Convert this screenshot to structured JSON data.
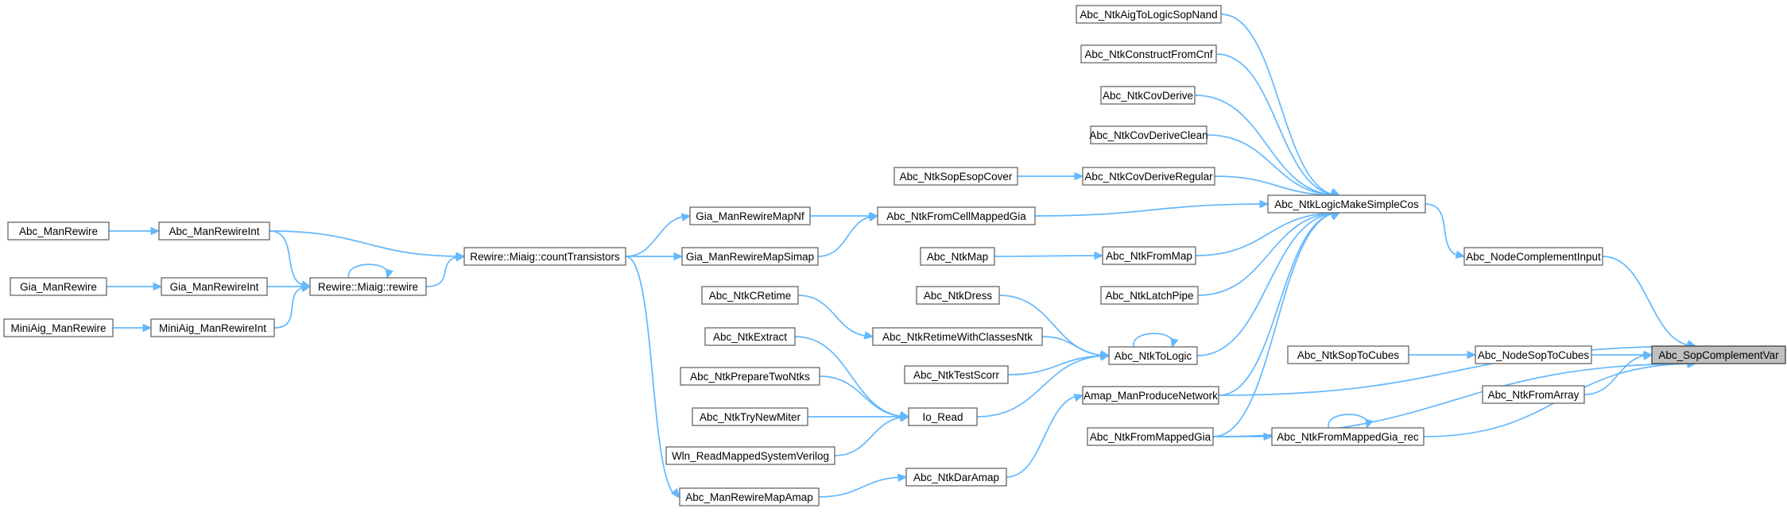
{
  "diagram": {
    "colors": {
      "edge": "#63b8ff",
      "node_border": "#666666",
      "root_fill": "#bfbfbf"
    },
    "nodes": [
      {
        "id": "root",
        "label": "Abc_SopComplementVar"
      },
      {
        "id": "nodeCompInput",
        "label": "Abc_NodeComplementInput"
      },
      {
        "id": "nodeSopToCubes",
        "label": "Abc_NodeSopToCubes"
      },
      {
        "id": "ntkFromArray",
        "label": "Abc_NtkFromArray"
      },
      {
        "id": "ntkFromMappedGiaRec",
        "label": "Abc_NtkFromMappedGia_rec"
      },
      {
        "id": "ntkSopToCubes",
        "label": "Abc_NtkSopToCubes"
      },
      {
        "id": "logicMakeSimpleCos",
        "label": "Abc_NtkLogicMakeSimpleCos"
      },
      {
        "id": "amapProduce",
        "label": "Amap_ManProduceNetwork"
      },
      {
        "id": "ntkFromMappedGia",
        "label": "Abc_NtkFromMappedGia"
      },
      {
        "id": "aigToLogicSopNand",
        "label": "Abc_NtkAigToLogicSopNand"
      },
      {
        "id": "constructFromCnf",
        "label": "Abc_NtkConstructFromCnf"
      },
      {
        "id": "covDerive",
        "label": "Abc_NtkCovDerive"
      },
      {
        "id": "covDeriveClean",
        "label": "Abc_NtkCovDeriveClean"
      },
      {
        "id": "covDeriveRegular",
        "label": "Abc_NtkCovDeriveRegular"
      },
      {
        "id": "fromCellMappedGia",
        "label": "Abc_NtkFromCellMappedGia"
      },
      {
        "id": "fromMap",
        "label": "Abc_NtkFromMap"
      },
      {
        "id": "latchPipe",
        "label": "Abc_NtkLatchPipe"
      },
      {
        "id": "ntkToLogic",
        "label": "Abc_NtkToLogic"
      },
      {
        "id": "sopEsopCover",
        "label": "Abc_NtkSopEsopCover"
      },
      {
        "id": "rewireMapNf",
        "label": "Gia_ManRewireMapNf"
      },
      {
        "id": "rewireMapSimap",
        "label": "Gia_ManRewireMapSimap"
      },
      {
        "id": "ntkMap",
        "label": "Abc_NtkMap"
      },
      {
        "id": "ntkDress",
        "label": "Abc_NtkDress"
      },
      {
        "id": "retimeWithClasses",
        "label": "Abc_NtkRetimeWithClassesNtk"
      },
      {
        "id": "ntkTestScorr",
        "label": "Abc_NtkTestScorr"
      },
      {
        "id": "ioRead",
        "label": "Io_Read"
      },
      {
        "id": "ntkDarAmap",
        "label": "Abc_NtkDarAmap"
      },
      {
        "id": "countTransistors",
        "label": "Rewire::Miaig::countTransistors"
      },
      {
        "id": "ntkCRetime",
        "label": "Abc_NtkCRetime"
      },
      {
        "id": "ntkExtract",
        "label": "Abc_NtkExtract"
      },
      {
        "id": "prepareTwoNtks",
        "label": "Abc_NtkPrepareTwoNtks"
      },
      {
        "id": "tryNewMiter",
        "label": "Abc_NtkTryNewMiter"
      },
      {
        "id": "wlnReadMapped",
        "label": "Wln_ReadMappedSystemVerilog"
      },
      {
        "id": "rewireMapAmap",
        "label": "Abc_ManRewireMapAmap"
      },
      {
        "id": "abcManRewireInt",
        "label": "Abc_ManRewireInt"
      },
      {
        "id": "miaigRewire",
        "label": "Rewire::Miaig::rewire"
      },
      {
        "id": "giaManRewireInt",
        "label": "Gia_ManRewireInt"
      },
      {
        "id": "miniAigRewireInt",
        "label": "MiniAig_ManRewireInt"
      },
      {
        "id": "abcManRewire",
        "label": "Abc_ManRewire"
      },
      {
        "id": "giaManRewire",
        "label": "Gia_ManRewire"
      },
      {
        "id": "miniAigManRewire",
        "label": "MiniAig_ManRewire"
      }
    ],
    "edges": [
      [
        "nodeCompInput",
        "root"
      ],
      [
        "nodeSopToCubes",
        "root"
      ],
      [
        "ntkFromArray",
        "root"
      ],
      [
        "ntkFromMappedGiaRec",
        "root"
      ],
      [
        "amapProduce",
        "root"
      ],
      [
        "ntkFromMappedGia",
        "root"
      ],
      [
        "ntkSopToCubes",
        "nodeSopToCubes"
      ],
      [
        "logicMakeSimpleCos",
        "nodeCompInput"
      ],
      [
        "ntkFromMappedGiaRec",
        "ntkFromMappedGiaRec"
      ],
      [
        "ntkFromMappedGia",
        "ntkFromMappedGiaRec"
      ],
      [
        "aigToLogicSopNand",
        "logicMakeSimpleCos"
      ],
      [
        "constructFromCnf",
        "logicMakeSimpleCos"
      ],
      [
        "covDerive",
        "logicMakeSimpleCos"
      ],
      [
        "covDeriveClean",
        "logicMakeSimpleCos"
      ],
      [
        "covDeriveRegular",
        "logicMakeSimpleCos"
      ],
      [
        "fromCellMappedGia",
        "logicMakeSimpleCos"
      ],
      [
        "fromMap",
        "logicMakeSimpleCos"
      ],
      [
        "latchPipe",
        "logicMakeSimpleCos"
      ],
      [
        "ntkToLogic",
        "logicMakeSimpleCos"
      ],
      [
        "amapProduce",
        "logicMakeSimpleCos"
      ],
      [
        "ntkFromMappedGia",
        "logicMakeSimpleCos"
      ],
      [
        "sopEsopCover",
        "covDeriveRegular"
      ],
      [
        "rewireMapNf",
        "fromCellMappedGia"
      ],
      [
        "rewireMapSimap",
        "fromCellMappedGia"
      ],
      [
        "ntkMap",
        "fromMap"
      ],
      [
        "ntkDress",
        "ntkToLogic"
      ],
      [
        "retimeWithClasses",
        "ntkToLogic"
      ],
      [
        "ntkTestScorr",
        "ntkToLogic"
      ],
      [
        "ioRead",
        "ntkToLogic"
      ],
      [
        "ntkToLogic",
        "ntkToLogic"
      ],
      [
        "ntkDarAmap",
        "amapProduce"
      ],
      [
        "countTransistors",
        "rewireMapNf"
      ],
      [
        "countTransistors",
        "rewireMapSimap"
      ],
      [
        "countTransistors",
        "rewireMapAmap"
      ],
      [
        "ntkCRetime",
        "retimeWithClasses"
      ],
      [
        "ntkExtract",
        "ioRead"
      ],
      [
        "prepareTwoNtks",
        "ioRead"
      ],
      [
        "tryNewMiter",
        "ioRead"
      ],
      [
        "wlnReadMapped",
        "ioRead"
      ],
      [
        "rewireMapAmap",
        "ntkDarAmap"
      ],
      [
        "abcManRewireInt",
        "countTransistors"
      ],
      [
        "miaigRewire",
        "countTransistors"
      ],
      [
        "abcManRewireInt",
        "miaigRewire"
      ],
      [
        "giaManRewireInt",
        "miaigRewire"
      ],
      [
        "miniAigRewireInt",
        "miaigRewire"
      ],
      [
        "miaigRewire",
        "miaigRewire"
      ],
      [
        "abcManRewire",
        "abcManRewireInt"
      ],
      [
        "giaManRewire",
        "giaManRewireInt"
      ],
      [
        "miniAigManRewire",
        "miniAigRewireInt"
      ]
    ]
  }
}
